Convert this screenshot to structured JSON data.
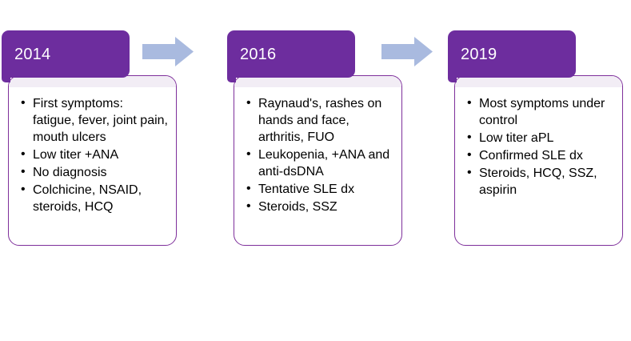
{
  "diagram": {
    "type": "timeline",
    "colors": {
      "header_purple": "#6D2D9E",
      "card_border_purple": "#7E2F9B",
      "arrow_blue": "#A9BADF",
      "card_background": "#FFFFFF",
      "year_text": "#FFFFFF",
      "body_text": "#000000"
    },
    "cards": [
      {
        "year": "2014",
        "items": [
          "First symptoms: fatigue, fever,  joint pain, mouth ulcers",
          "Low titer +ANA",
          "No diagnosis",
          "Colchicine, NSAID, steroids, HCQ"
        ]
      },
      {
        "year": "2016",
        "items": [
          "Raynaud's, rashes on hands and face, arthritis, FUO",
          "Leukopenia, +ANA and anti-dsDNA",
          "Tentative SLE dx",
          "Steroids, SSZ"
        ]
      },
      {
        "year": "2019",
        "items": [
          "Most symptoms under control",
          "Low titer aPL",
          "Confirmed SLE dx",
          "Steroids, HCQ, SSZ, aspirin"
        ]
      }
    ],
    "arrows": [
      {
        "name": "arrow-2014-to-2016",
        "direction": "right"
      },
      {
        "name": "arrow-2016-to-2019",
        "direction": "right"
      }
    ]
  }
}
